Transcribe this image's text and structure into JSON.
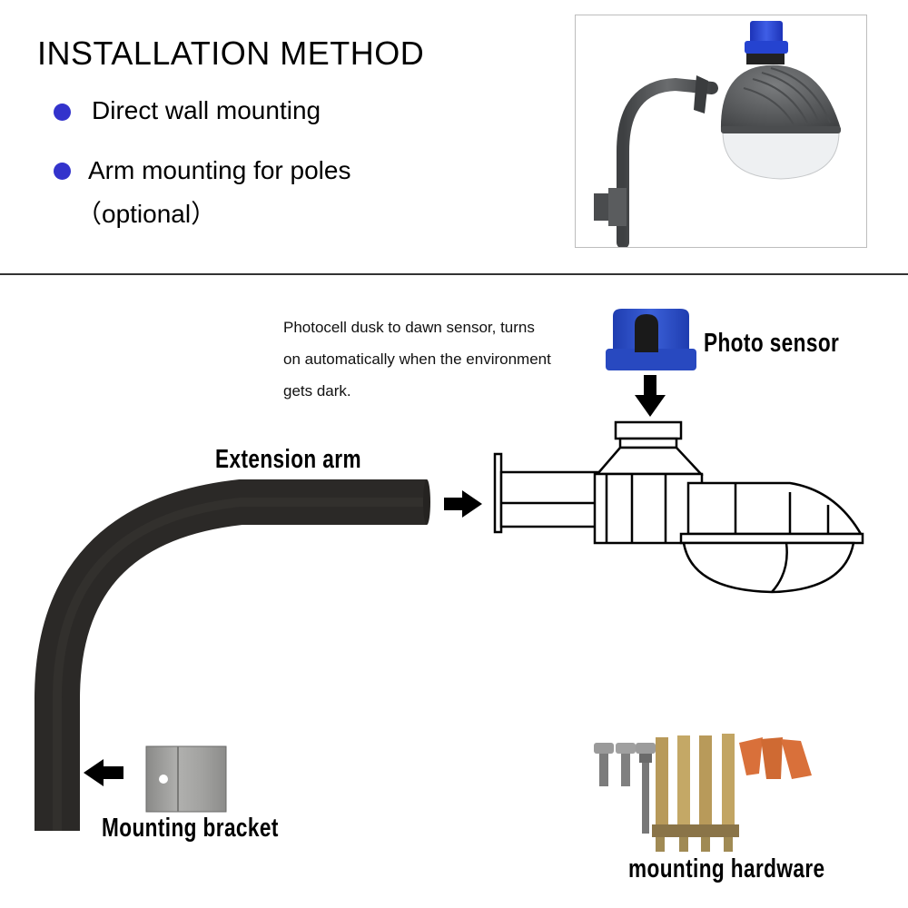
{
  "header": {
    "title": "INSTALLATION METHOD",
    "bullets": [
      {
        "icon": "bullet-dot-icon",
        "text": "Direct wall mounting"
      },
      {
        "icon": "bullet-dot-icon",
        "text": "Arm mounting for poles",
        "subtext": "（optional）"
      }
    ],
    "bullet_color": "#3333cc"
  },
  "product_photo": {
    "description": "Dusk-to-dawn light fixture on curved wall arm with blue photocell",
    "sensor_color": "#2f4fd0",
    "body_color": "#5a5c5e"
  },
  "diagram": {
    "photocell_description": [
      "Photocell dusk to dawn sensor, turns",
      "on automatically when the environment",
      "gets dark."
    ],
    "labels": {
      "photo_sensor": "Photo  sensor",
      "extension_arm": "Extension  arm",
      "mounting_bracket": "Mounting  bracket",
      "mounting_hardware": "mounting  hardware"
    },
    "arrows": [
      {
        "name": "arrow-down-icon",
        "direction": "down"
      },
      {
        "name": "arrow-right-icon",
        "direction": "right"
      },
      {
        "name": "arrow-left-icon",
        "direction": "left"
      }
    ],
    "colors": {
      "sensor_blue": "#2f57c8",
      "arm_black": "#2a2826",
      "bracket_gray": "#9c9c9a",
      "wire_nut_orange": "#d9703a",
      "bolt_brass": "#b89a5a"
    }
  }
}
